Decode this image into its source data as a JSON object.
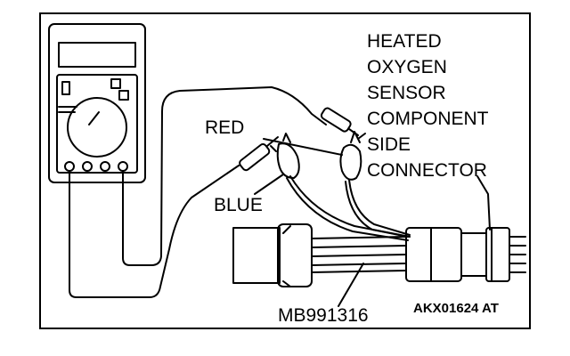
{
  "labels": {
    "sensor_lines": [
      "HEATED",
      "OXYGEN",
      "SENSOR",
      "COMPONENT",
      "SIDE",
      "CONNECTOR"
    ],
    "red": "RED",
    "blue": "BLUE",
    "tool": "MB991316",
    "code": "AKX01624 AT"
  },
  "colors": {
    "ink": "#000000",
    "paper": "#ffffff"
  }
}
